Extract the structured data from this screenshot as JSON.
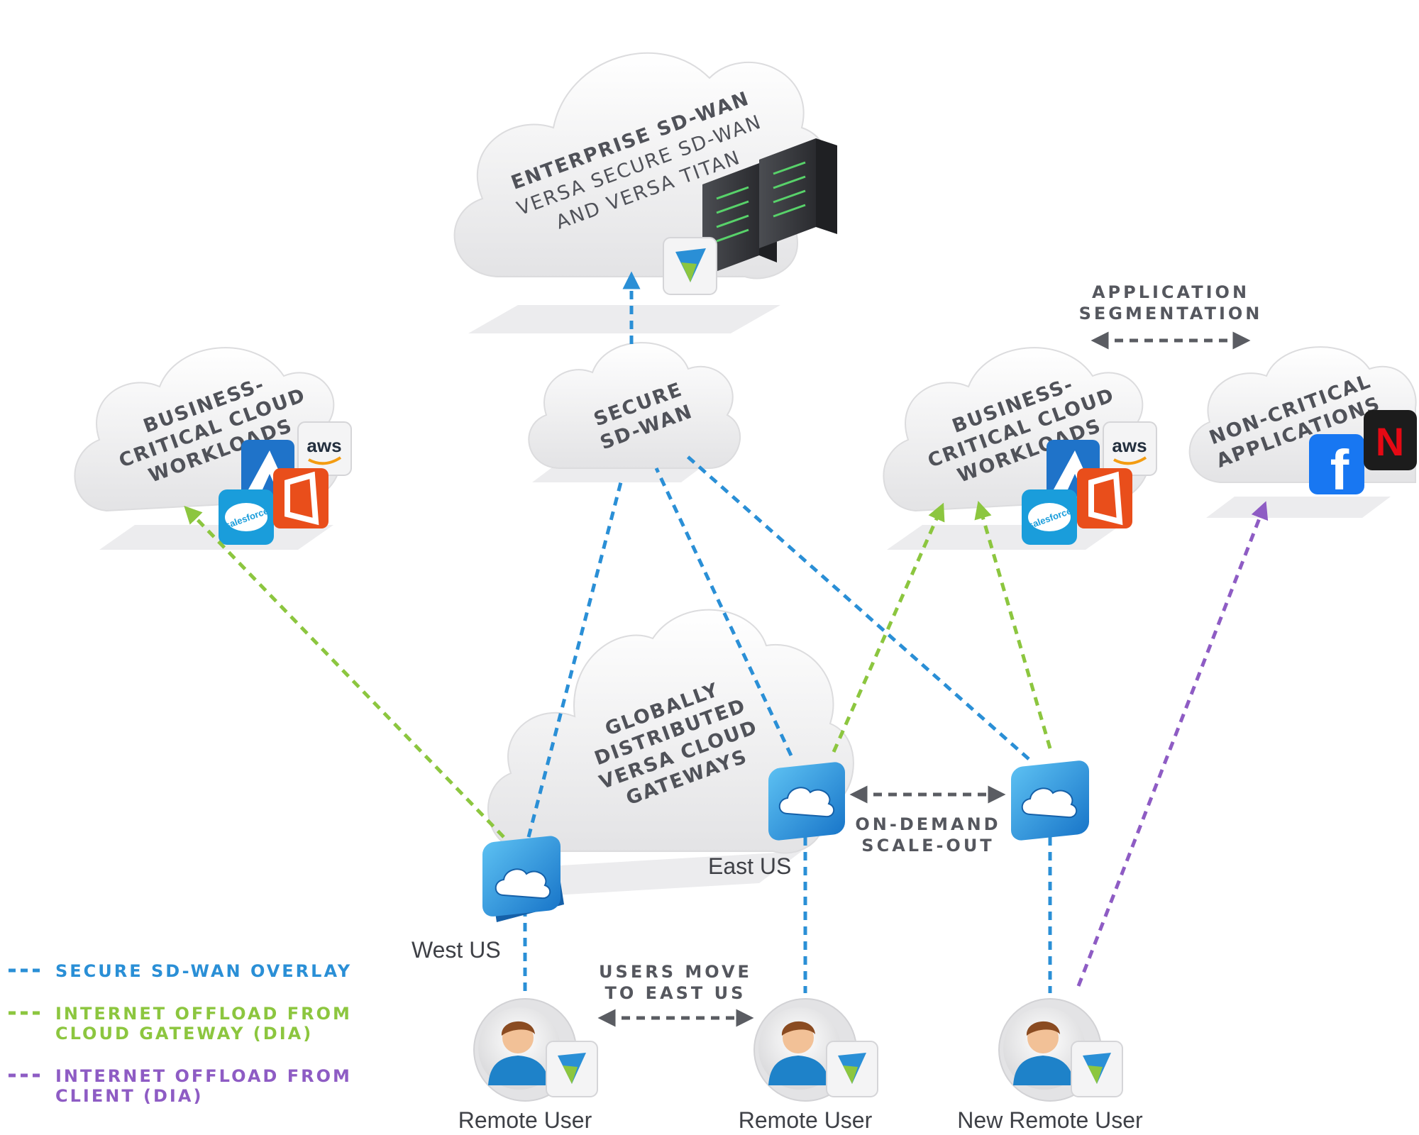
{
  "colors": {
    "overlay": "#2a8fd6",
    "internet_gateway": "#8cc63f",
    "internet_client": "#8e5cc4",
    "neutral_arrow": "#5a5c62",
    "cloud_text": "#505259"
  },
  "clouds": {
    "enterprise": {
      "title": "ENTERPRISE SD-WAN",
      "line2": "VERSA SECURE SD-WAN",
      "line3": "AND VERSA TITAN"
    },
    "secure_sdwan": {
      "line1": "SECURE",
      "line2": "SD-WAN"
    },
    "business_left": {
      "line1": "BUSINESS-",
      "line2": "CRITICAL CLOUD",
      "line3": "WORKLOADS"
    },
    "business_right": {
      "line1": "BUSINESS-",
      "line2": "CRITICAL CLOUD",
      "line3": "WORKLOADS"
    },
    "non_critical": {
      "line1": "NON-CRITICAL",
      "line2": "APPLICATIONS"
    },
    "gateways": {
      "line1": "GLOBALLY",
      "line2": "DISTRIBUTED",
      "line3": "VERSA CLOUD",
      "line4": "GATEWAYS"
    }
  },
  "logos": {
    "aws": "aws",
    "salesforce": "salesforce",
    "facebook": "f",
    "netflix": "N"
  },
  "captions": {
    "app_segmentation": {
      "line1": "APPLICATION",
      "line2": "SEGMENTATION"
    },
    "scale_out": {
      "line1": "ON-DEMAND",
      "line2": "SCALE-OUT"
    },
    "users_move": {
      "line1": "USERS MOVE",
      "line2": "TO EAST US"
    }
  },
  "gateway_labels": {
    "west": "West US",
    "east": "East US"
  },
  "users": {
    "left": "Remote User",
    "middle": "Remote User",
    "right": "New Remote User"
  },
  "legend": [
    {
      "label_line1": "SECURE SD-WAN OVERLAY",
      "label_line2": "",
      "color": "#2a8fd6"
    },
    {
      "label_line1": "INTERNET OFFLOAD FROM",
      "label_line2": "CLOUD GATEWAY (DIA)",
      "color": "#8cc63f"
    },
    {
      "label_line1": "INTERNET OFFLOAD FROM",
      "label_line2": "CLIENT (DIA)",
      "color": "#8e5cc4"
    }
  ]
}
